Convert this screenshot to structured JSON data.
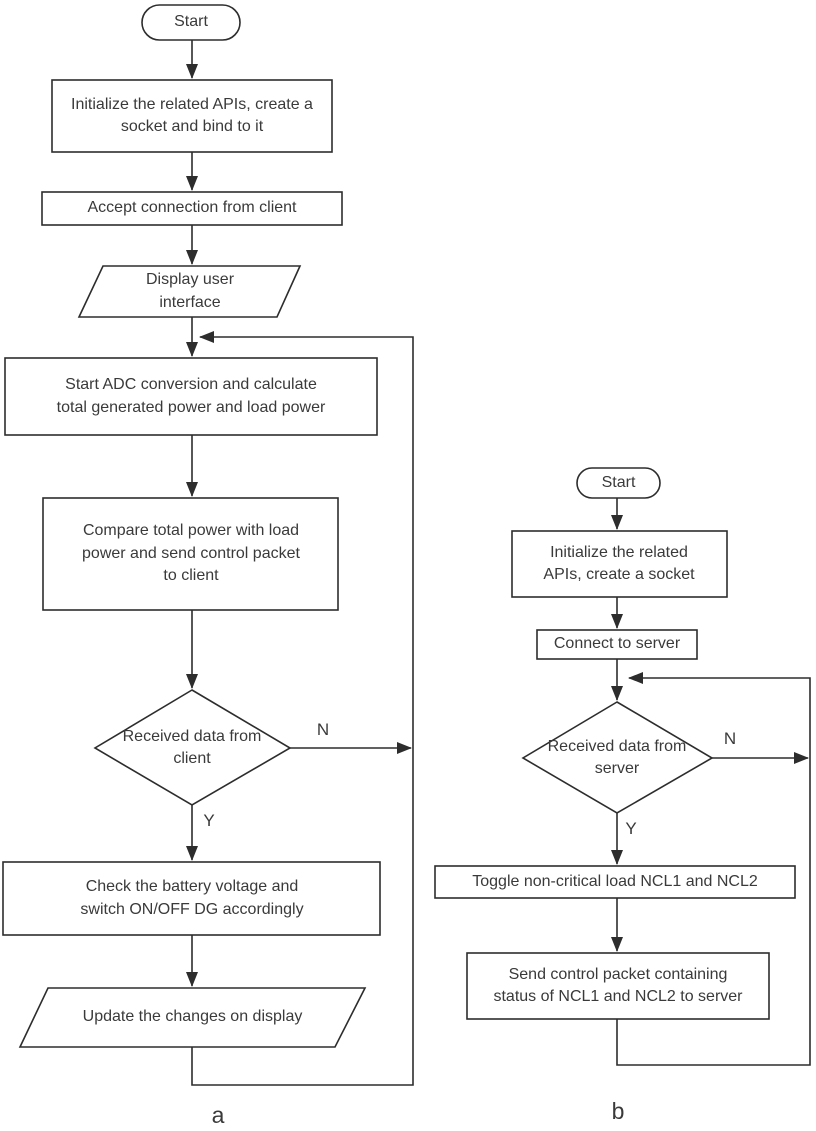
{
  "figure": {
    "colors": {
      "background": "#ffffff",
      "line": "#2d2d2d",
      "text": "#3a3a3a"
    },
    "charts": [
      {
        "caption": "a",
        "nodes": {
          "start": "Start",
          "init": "Initialize the related APIs, create a socket and bind to it",
          "accept": "Accept connection from client",
          "display": "Display user interface",
          "adc": "Start ADC conversion and calculate total generated power and load power",
          "compare": "Compare total power with load power and send control packet to client",
          "decision": "Received data from client",
          "check": "Check the battery voltage and switch ON/OFF DG accordingly",
          "update": "Update the changes on display"
        },
        "labels": {
          "no": "N",
          "yes": "Y"
        }
      },
      {
        "caption": "b",
        "nodes": {
          "start": "Start",
          "init": "Initialize the related APIs, create a socket",
          "connect": "Connect to server",
          "decision": "Received data from server",
          "toggle": "Toggle non-critical load NCL1 and NCL2",
          "send": "Send control packet containing status of NCL1 and NCL2 to server"
        },
        "labels": {
          "no": "N",
          "yes": "Y"
        }
      }
    ]
  }
}
